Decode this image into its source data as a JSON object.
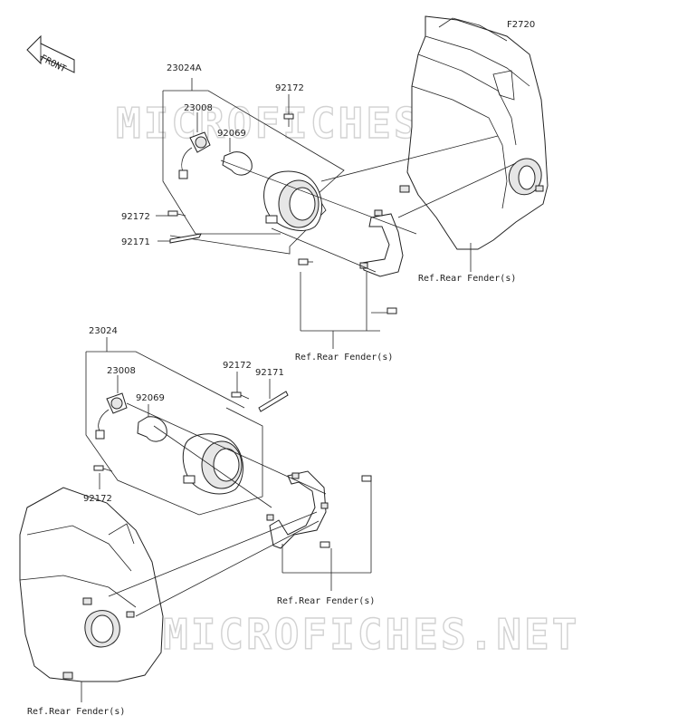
{
  "figure_id": "F2720",
  "front_label": "FRONT",
  "watermark": "MICROFICHES.NET",
  "upper_assembly": {
    "assembly_part": "23024A",
    "socket_part": "23008",
    "bulb_part": "92069",
    "bolt_top_part": "92172",
    "bolt_left_part": "92172",
    "bracket_part": "92171"
  },
  "lower_assembly": {
    "assembly_part": "23024",
    "socket_part": "23008",
    "bulb_part": "92069",
    "bolt_top_part": "92172",
    "bracket_part": "92171",
    "bolt_left_part": "92172"
  },
  "references": {
    "fender_right": "Ref.Rear Fender(s)",
    "fender_mid_upper": "Ref.Rear Fender(s)",
    "fender_mid_lower": "Ref.Rear Fender(s)",
    "fender_bottom_left": "Ref.Rear Fender(s)"
  }
}
